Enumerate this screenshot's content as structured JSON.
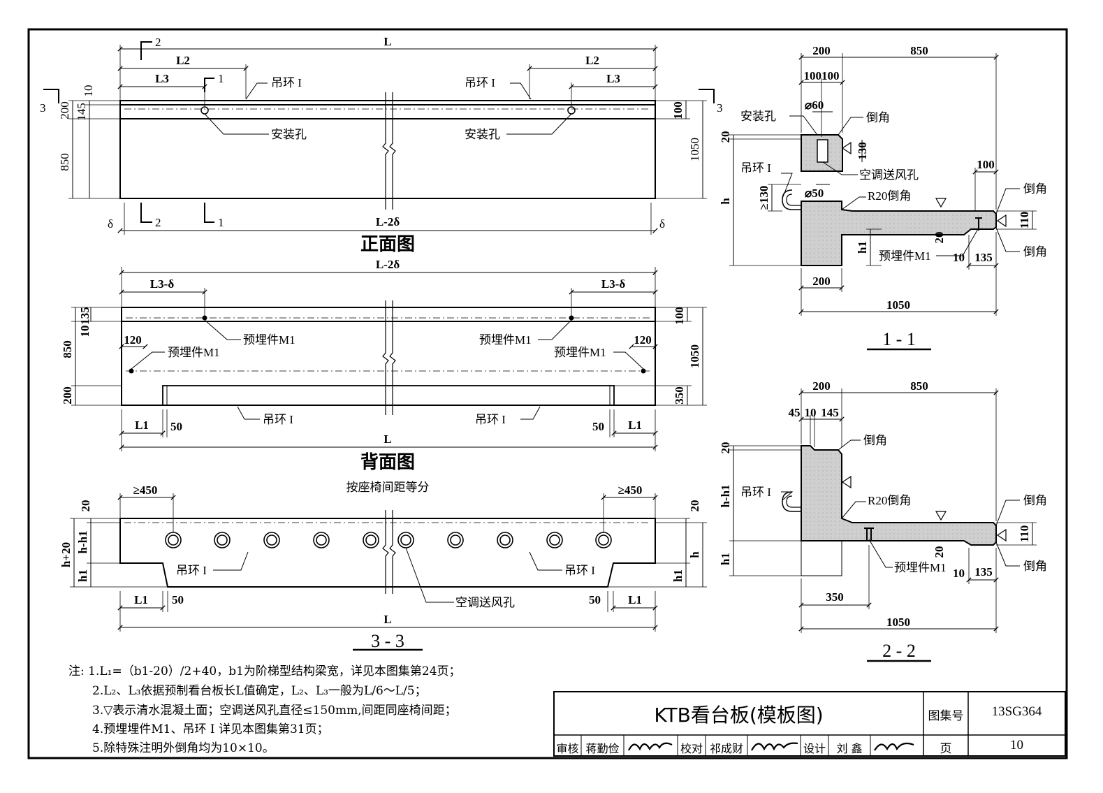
{
  "front": {
    "title": "正面图",
    "dim_L": "L",
    "dim_L2_left": "L2",
    "dim_L2_right": "L2",
    "dim_L3_left": "L3",
    "dim_L3_right": "L3",
    "dim_L_2d": "L-2δ",
    "delta": "δ",
    "label_lift_left": "吊环 I",
    "label_lift_right": "吊环 I",
    "label_hole_left": "安装孔",
    "label_hole_right": "安装孔",
    "sec1": "1",
    "sec2": "2",
    "sec3": "3",
    "d10": "10",
    "d200": "200",
    "d145": "145",
    "d850": "850",
    "d100": "100",
    "d1050": "1050"
  },
  "back": {
    "title": "背面图",
    "dim_L_2d": "L-2δ",
    "dim_L3d_left": "L3-δ",
    "dim_L3d_right": "L3-δ",
    "embed_1": "预埋件M1",
    "embed_2": "预埋件M1",
    "embed_3": "预埋件M1",
    "embed_4": "预埋件M1",
    "lift_left": "吊环 I",
    "lift_right": "吊环 I",
    "d120": "120",
    "d135": "135",
    "d10": "10",
    "d850": "850",
    "d200": "200",
    "d100": "100",
    "d1050": "1050",
    "d350": "350",
    "d50": "50",
    "dL1": "L1",
    "dL": "L"
  },
  "sec33": {
    "title": "3 - 3",
    "ge450": "≥450",
    "note_equal": "按座椅间距等分",
    "lift_left": "吊环 I",
    "lift_right": "吊环 I",
    "ac_hole": "空调送风孔",
    "d20": "20",
    "dh20": "h+20",
    "dhh1": "h-h1",
    "dh1": "h1",
    "dh": "h",
    "dL1": "L1",
    "d50": "50",
    "dL": "L"
  },
  "sec11": {
    "title": "1 - 1",
    "d200": "200",
    "d850": "850",
    "d100100": "100100",
    "phi60": "⌀60",
    "phi50": "⌀50",
    "install_hole": "安装孔",
    "chamfer": "倒角",
    "lift": "吊环 I",
    "ac_hole": "空调送风孔",
    "r20": "R20倒角",
    "embed": "预埋件M1",
    "d20": "20",
    "d130": "130",
    "ge130": "≥130",
    "dh": "h",
    "dh1": "h1",
    "d100": "100",
    "d110": "110",
    "d10": "10",
    "d135": "135",
    "d1050": "1050"
  },
  "sec22": {
    "title": "2 - 2",
    "d200": "200",
    "d850": "850",
    "d45": "45",
    "d10": "10",
    "d145": "145",
    "chamfer": "倒角",
    "lift": "吊环 I",
    "r20": "R20倒角",
    "embed": "预埋件M1",
    "d20": "20",
    "dhh1": "h-h1",
    "dh1": "h1",
    "d110": "110",
    "d135": "135",
    "d350": "350",
    "d1050": "1050"
  },
  "notes": {
    "prefix": "注:",
    "n1": "1.L₁=（b1-20）/2+40，b1为阶梯型结构梁宽，详见本图集第24页；",
    "n2": "2.L₂、L₃依据预制看台板长L值确定，L₂、L₃一般为L/6～L/5；",
    "n3": "3.▽表示清水混凝土面；空调送风孔直径≤150mm,间距同座椅间距；",
    "n4": "4.预埋埋件M1、吊环 I 详见本图集第31页；",
    "n5": "5.除特殊注明外倒角均为10×10。"
  },
  "titleblock": {
    "title": "KTB看台板(模板图)",
    "atlas_label": "图集号",
    "atlas_no": "13SG364",
    "page_label": "页",
    "page_no": "10",
    "review": "审核",
    "reviewer": "蒋勤俭",
    "check": "校对",
    "checker": "祁成财",
    "design": "设计",
    "designer": "刘 鑫"
  }
}
